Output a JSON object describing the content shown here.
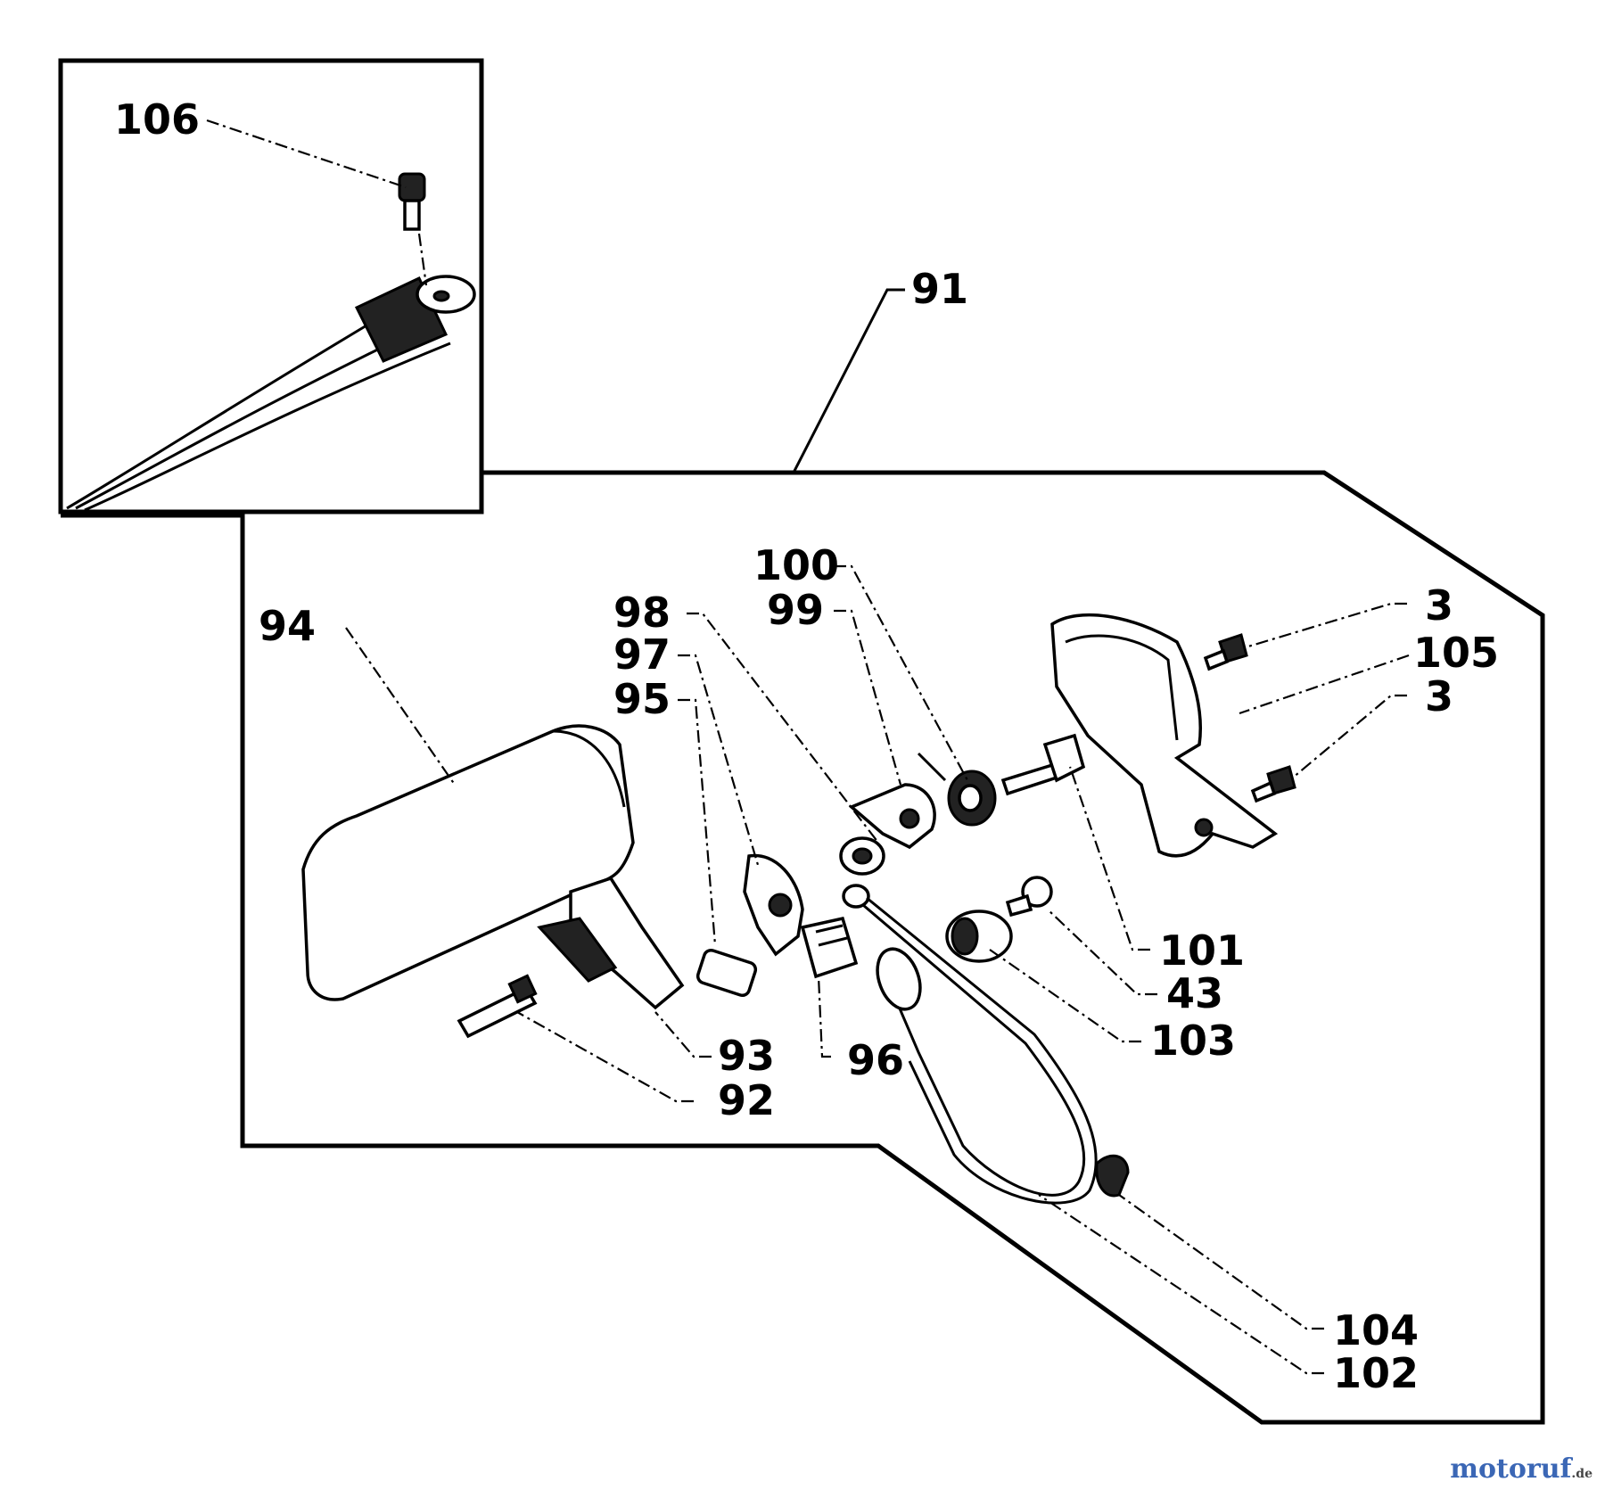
{
  "callouts": {
    "c106": "106",
    "c91": "91",
    "c100": "100",
    "c99": "99",
    "c98": "98",
    "c97": "97",
    "c95": "95",
    "c94": "94",
    "c3a": "3",
    "c105": "105",
    "c3b": "3",
    "c101": "101",
    "c43": "43",
    "c103": "103",
    "c93": "93",
    "c96": "96",
    "c92": "92",
    "c104": "104",
    "c102": "102"
  },
  "watermark": {
    "main": "motoruf",
    "tld": ".de"
  }
}
